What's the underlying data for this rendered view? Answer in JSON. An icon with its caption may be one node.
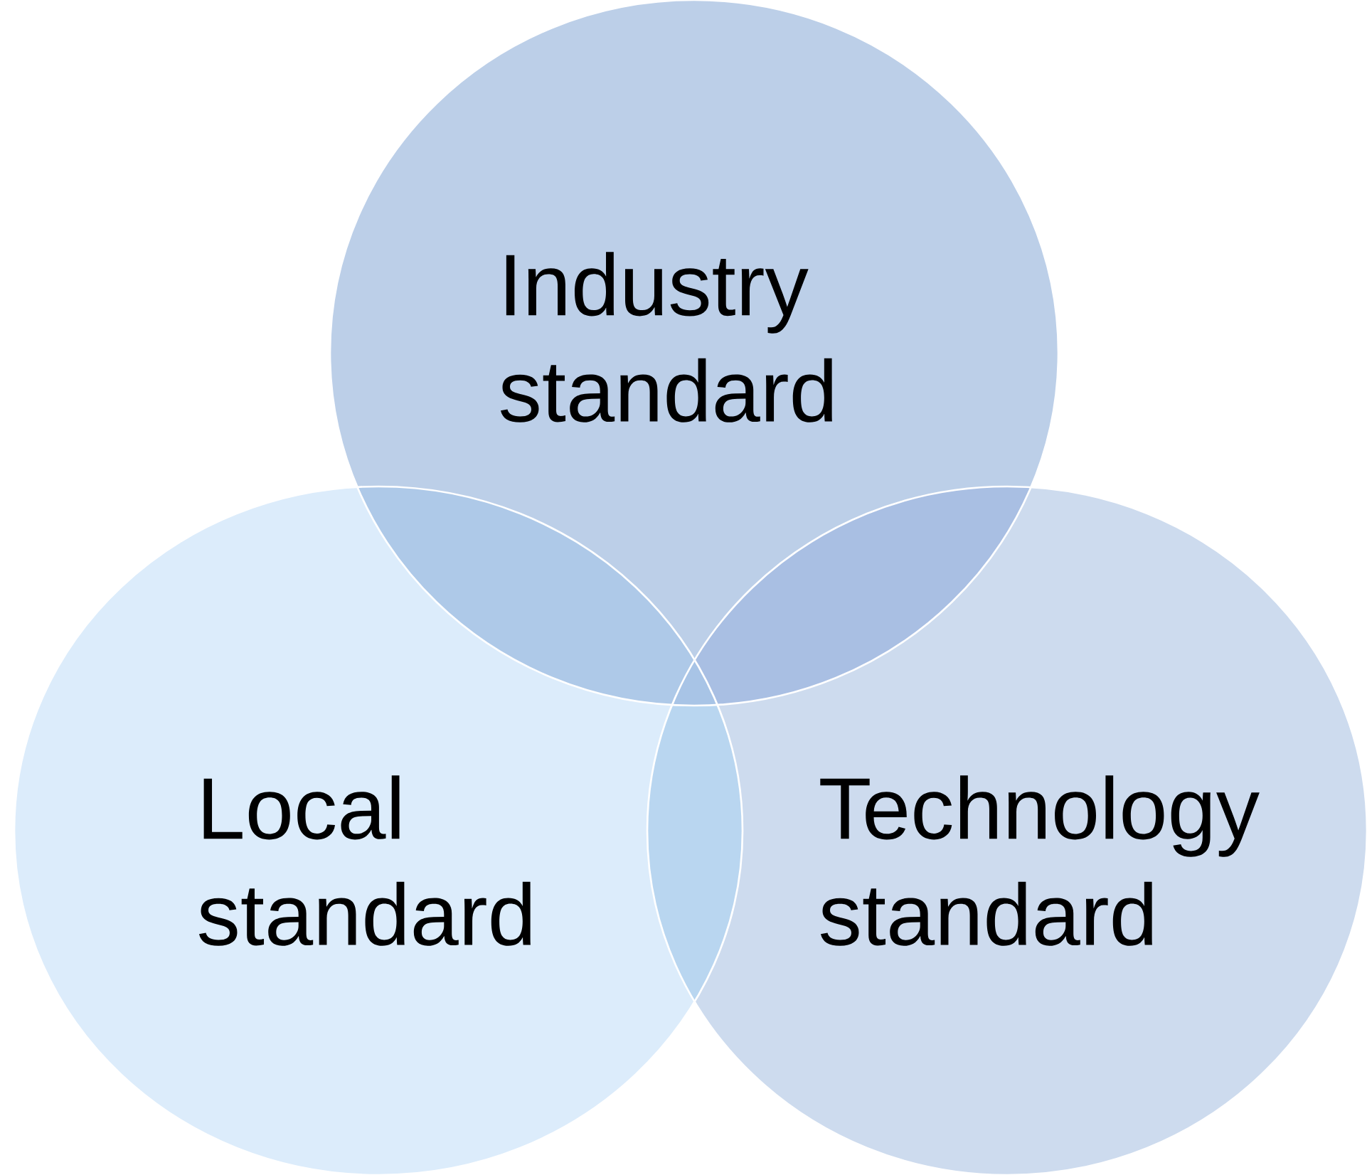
{
  "diagram": {
    "nodes": [
      {
        "text": [
          "Industry standard"
        ]
      },
      {
        "text": [
          "Local standard"
        ]
      },
      {
        "text": [
          "Technology standard"
        ]
      }
    ]
  }
}
